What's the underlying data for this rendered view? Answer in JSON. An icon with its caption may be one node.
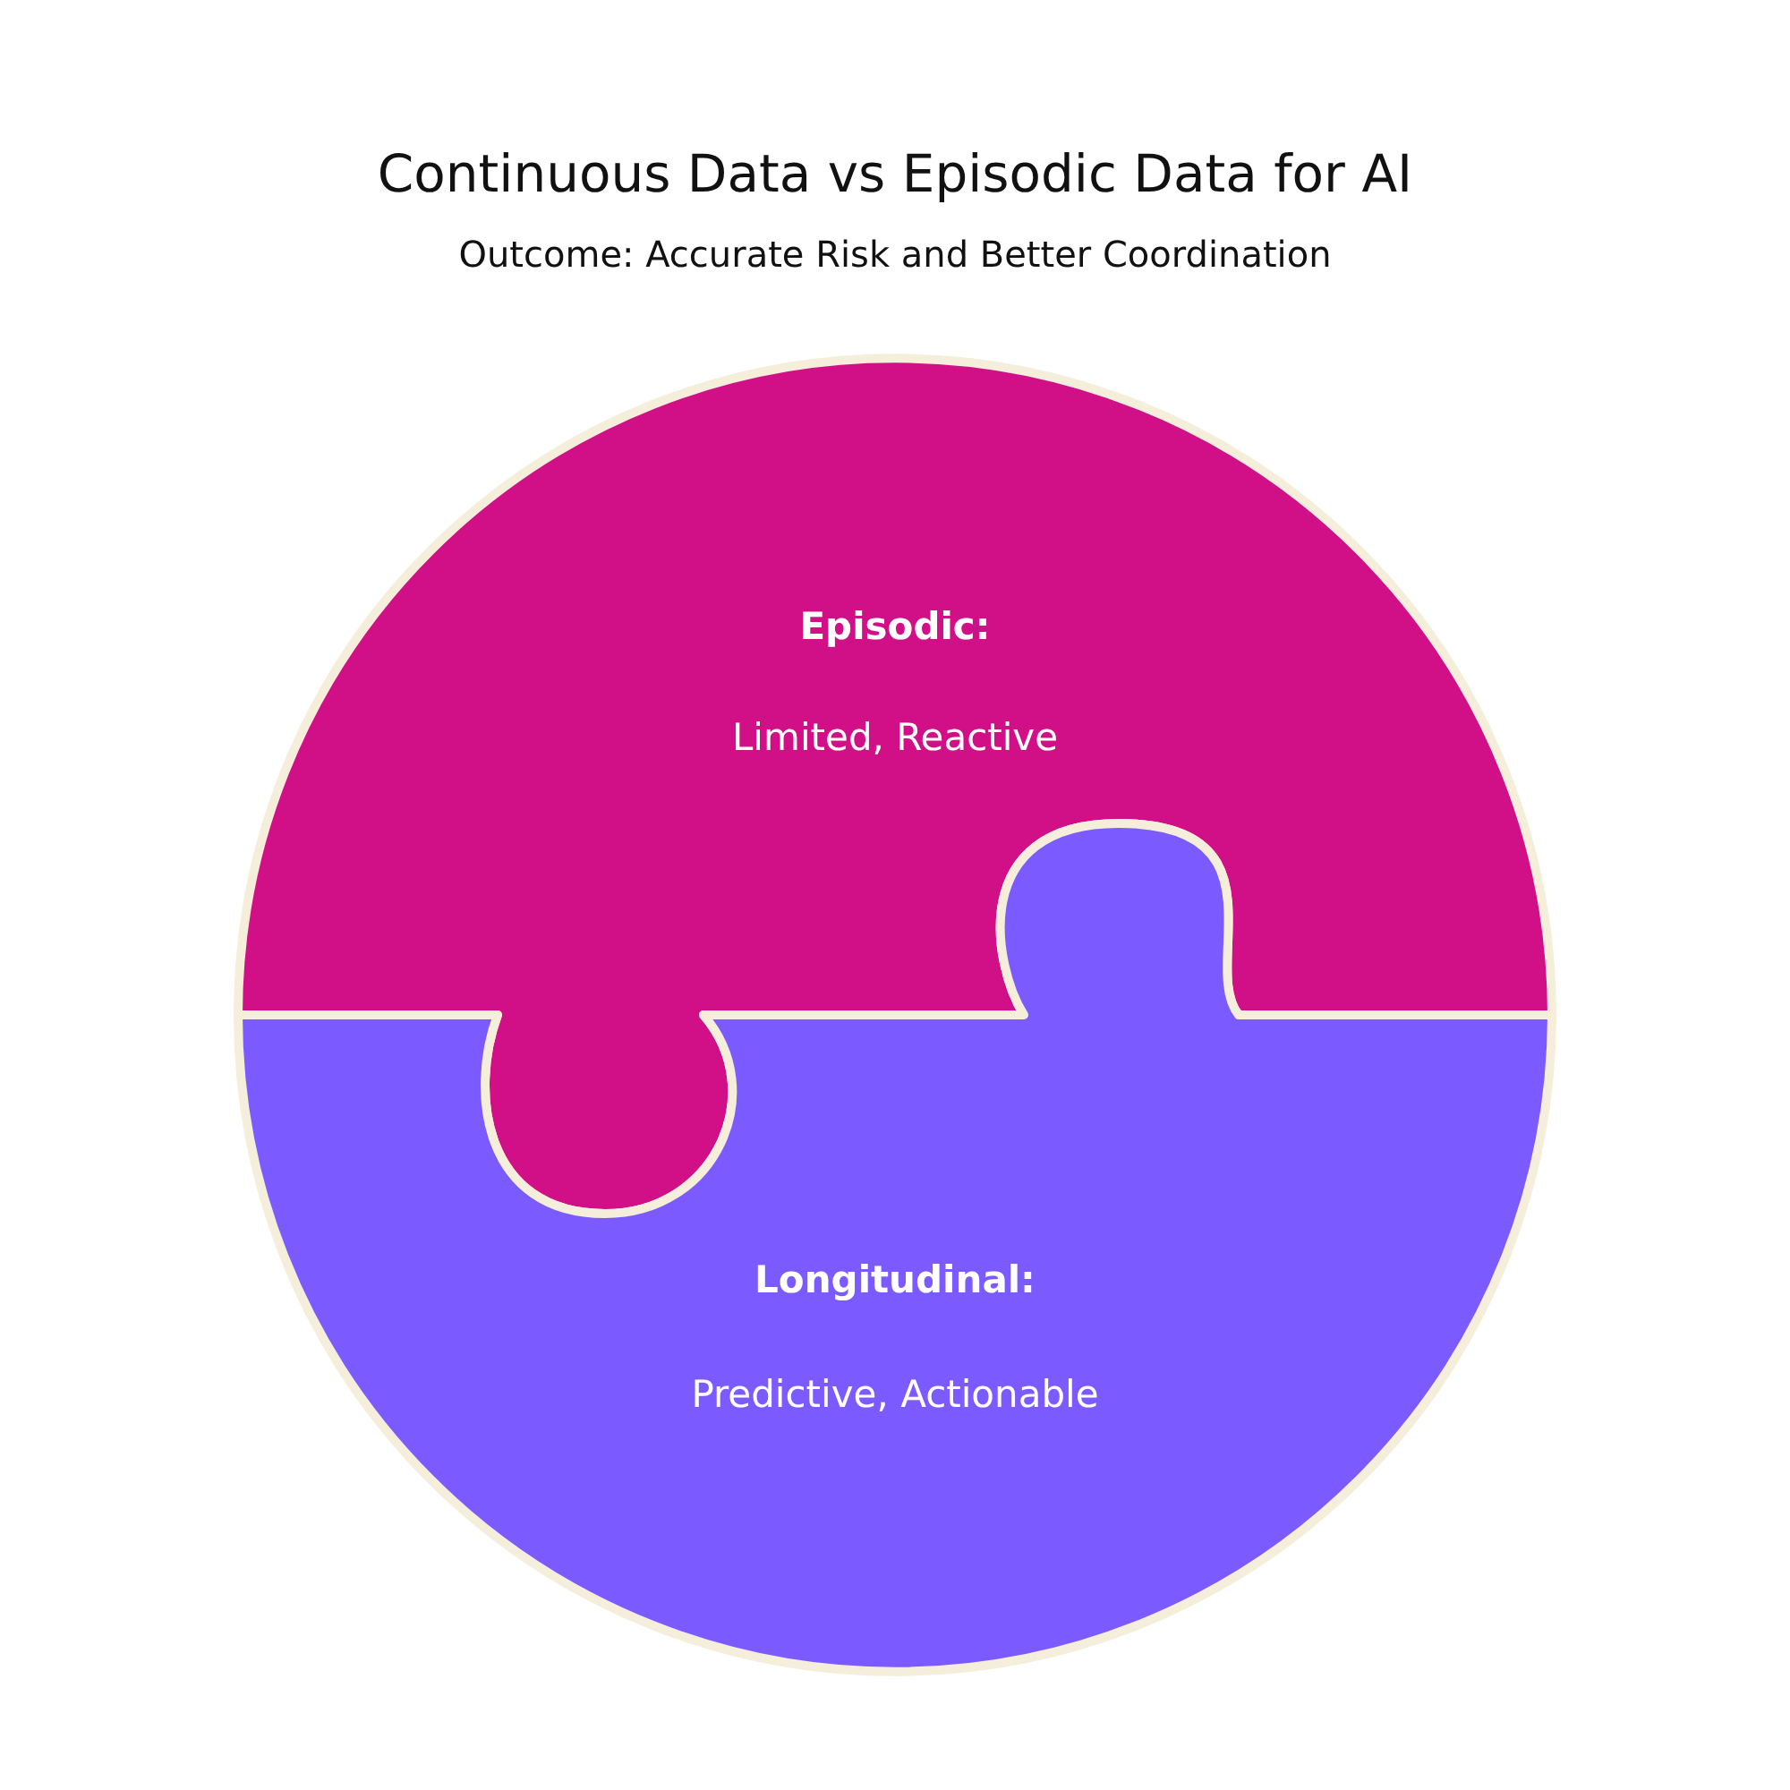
{
  "diagram": {
    "title": "Continuous Data vs Episodic Data for AI",
    "nodes": [
      {
        "text": [
          "Episodic:",
          "Limited, Reactive"
        ]
      },
      {
        "text": [
          "Longitudinal:",
          "Predictive, Actionable"
        ]
      }
    ],
    "labels": [
      "Outcome: Accurate Risk and Better Coordination"
    ]
  }
}
